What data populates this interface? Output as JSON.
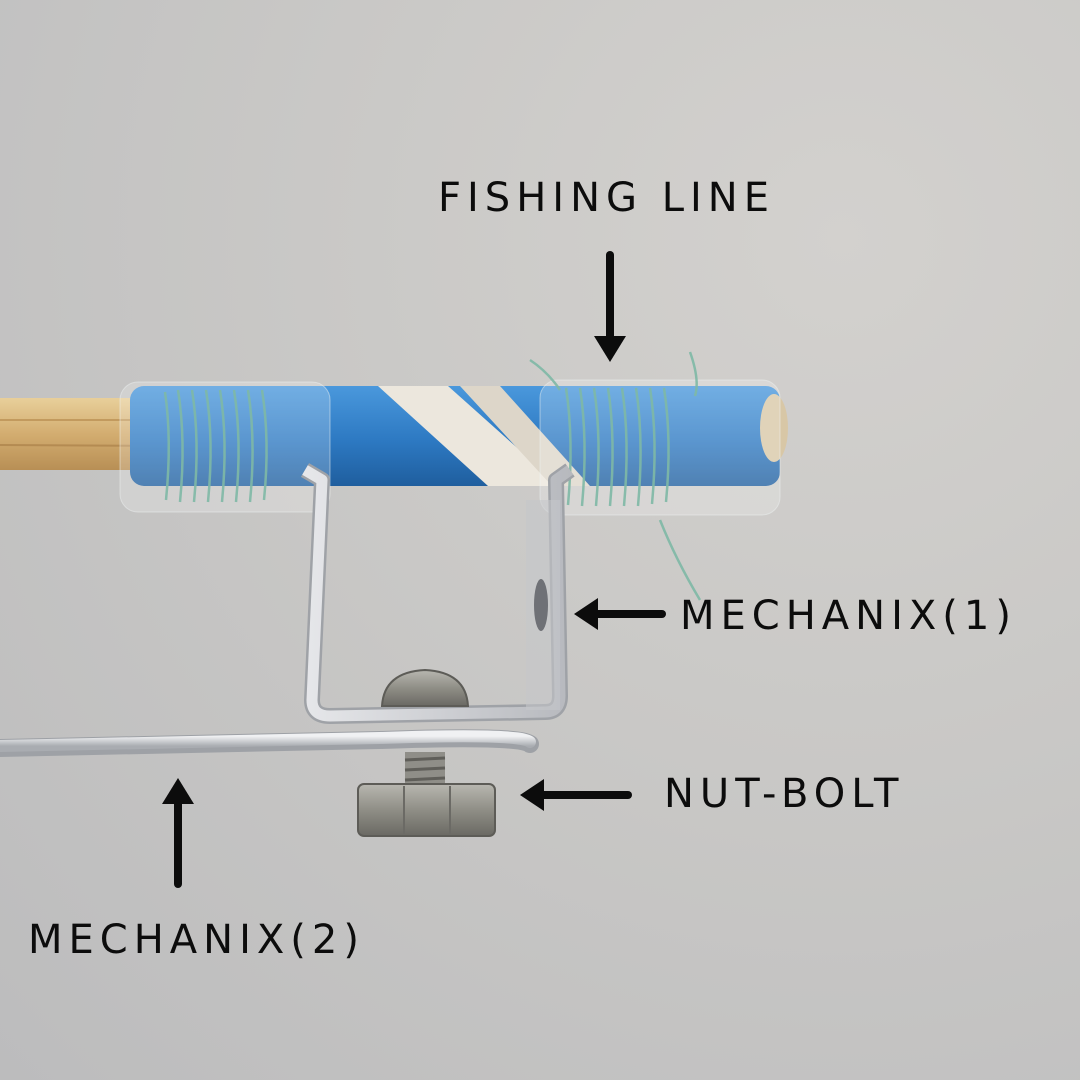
{
  "labels": {
    "fishing_line": "FISHING LINE",
    "mechanix_1": "MECHANIX(1)",
    "nut_bolt": "NUT-BOLT",
    "mechanix_2": "MECHANIX(2)"
  },
  "colors": {
    "background": "#c9c8c6",
    "label_text": "#0c0c0c",
    "tape_blue": "#2f7fc9",
    "paper_white": "#e9e4da",
    "bamboo": "#d9b57a",
    "fishing_line_green": "#7fb9a6",
    "wire_gray": "#cfd1d4",
    "metal": "#9a9a94"
  }
}
